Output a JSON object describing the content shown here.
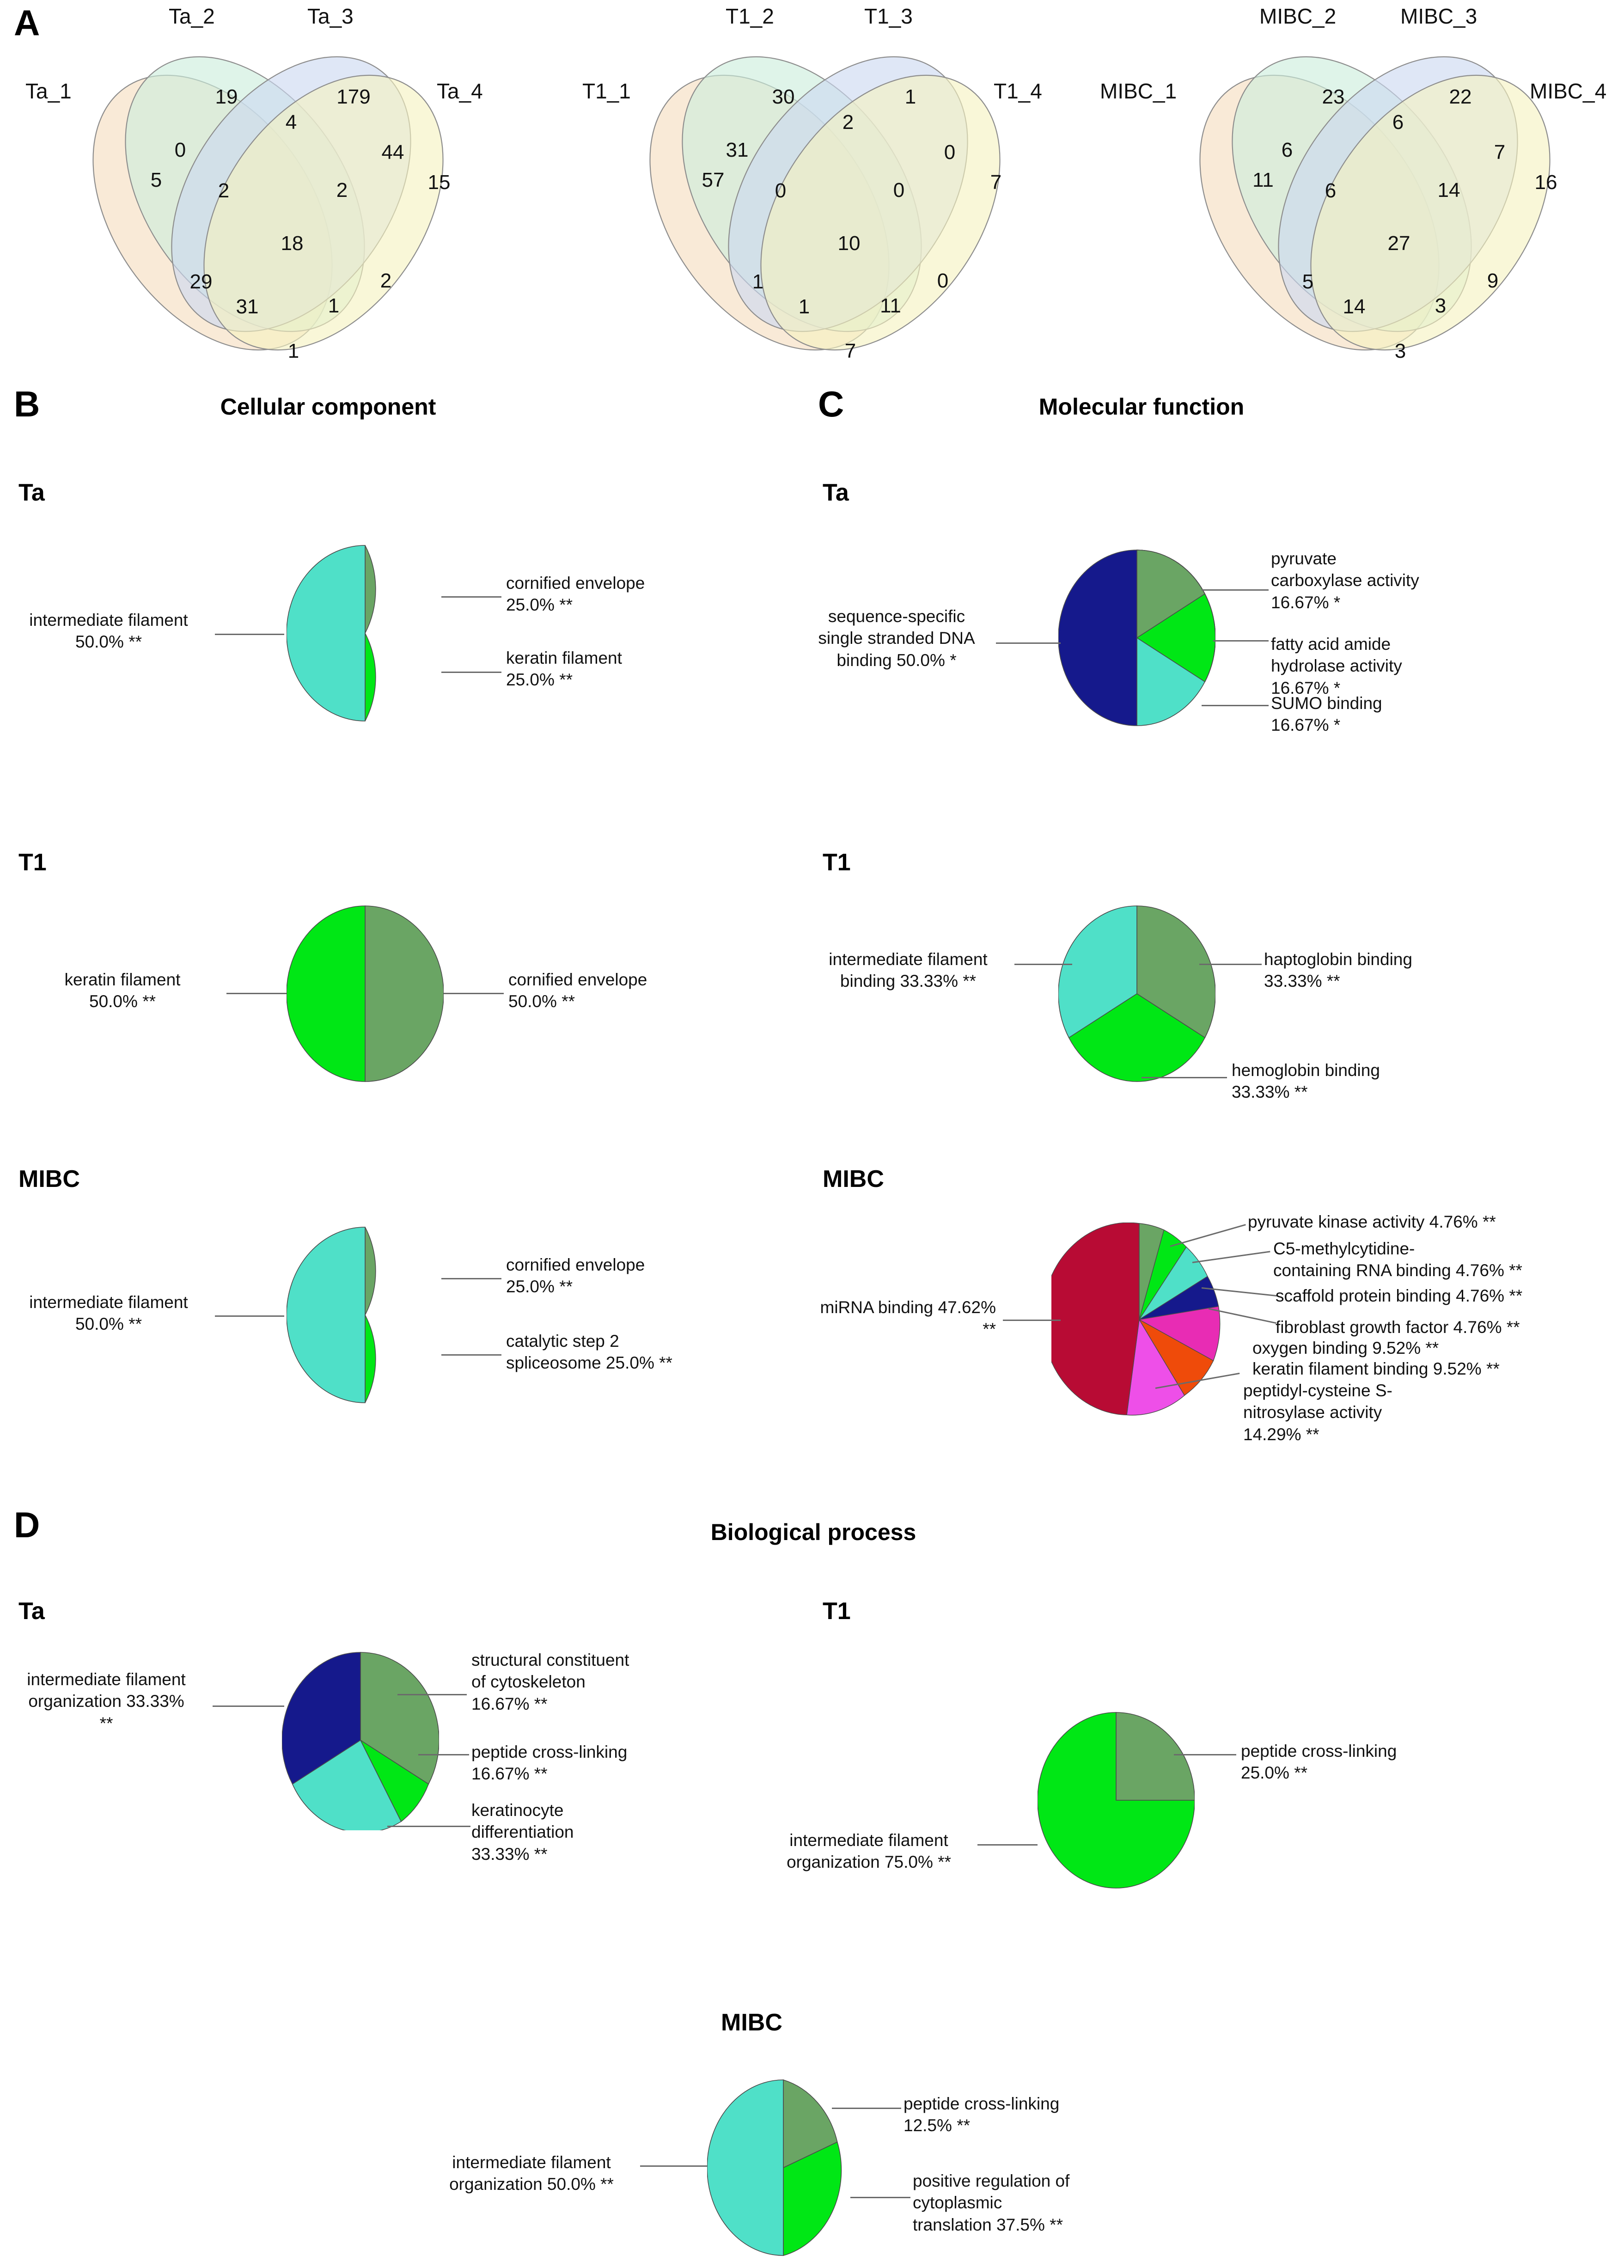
{
  "panels": {
    "A": {
      "letter": "A"
    },
    "B": {
      "letter": "B",
      "title": "Cellular component"
    },
    "C": {
      "letter": "C",
      "title": "Molecular function"
    },
    "D": {
      "letter": "D",
      "title": "Biological process"
    }
  },
  "groups": {
    "ta": "Ta",
    "t1": "T1",
    "mibc": "MIBC"
  },
  "chart_data": [
    {
      "id": "venn-ta",
      "type": "venn",
      "sets": [
        "Ta_1",
        "Ta_2",
        "Ta_3",
        "Ta_4"
      ],
      "counts": {
        "only1": 5,
        "only2": 19,
        "only3": 179,
        "only4": 15,
        "s12": 0,
        "s23": 4,
        "s34": 44,
        "s13": 2,
        "s24": 2,
        "s14": 1,
        "s123": 31,
        "s124": 29,
        "s134": 1,
        "s234": 2,
        "s1234": 18
      },
      "labels_ordered": [
        "19",
        "179",
        "4",
        "0",
        "44",
        "5",
        "2",
        "2",
        "15",
        "18",
        "29",
        "31",
        "1",
        "2",
        "1"
      ]
    },
    {
      "id": "venn-t1",
      "type": "venn",
      "sets": [
        "T1_1",
        "T1_2",
        "T1_3",
        "T1_4"
      ],
      "counts": {
        "only1": 57,
        "only2": 30,
        "only3": 1,
        "only4": 7,
        "s12": 31,
        "s23": 2,
        "s34": 0,
        "s13": 0,
        "s24": 0,
        "s14": 7,
        "s123": 1,
        "s124": 1,
        "s134": 11,
        "s234": 0,
        "s1234": 10
      },
      "labels_ordered": [
        "30",
        "1",
        "2",
        "31",
        "0",
        "57",
        "0",
        "0",
        "7",
        "10",
        "1",
        "1",
        "11",
        "0",
        "7"
      ]
    },
    {
      "id": "venn-mibc",
      "type": "venn",
      "sets": [
        "MIBC_1",
        "MIBC_2",
        "MIBC_3",
        "MIBC_4"
      ],
      "counts": {
        "only1": 11,
        "only2": 23,
        "only3": 22,
        "only4": 16,
        "s12": 6,
        "s23": 6,
        "s34": 7,
        "s13": 6,
        "s24": 14,
        "s14": 3,
        "s123": 5,
        "s124": 14,
        "s134": 3,
        "s234": 9,
        "s1234": 27
      },
      "labels_ordered": [
        "23",
        "22",
        "6",
        "6",
        "7",
        "11",
        "6",
        "14",
        "16",
        "27",
        "5",
        "14",
        "3",
        "9",
        "3"
      ]
    },
    {
      "id": "cc-ta",
      "type": "pie",
      "panel": "B",
      "group": "Ta",
      "title": "Cellular component",
      "slices": [
        {
          "label": "cornified envelope",
          "percent": 25.0,
          "value_text": "25.0% **",
          "sig": "**",
          "color": "#6aa564"
        },
        {
          "label": "keratin filament",
          "percent": 25.0,
          "value_text": "25.0% **",
          "sig": "**",
          "color": "#00e715"
        },
        {
          "label": "intermediate filament",
          "percent": 50.0,
          "value_text": "50.0% **",
          "sig": "**",
          "color": "#4fe0c8"
        }
      ]
    },
    {
      "id": "cc-t1",
      "type": "pie",
      "panel": "B",
      "group": "T1",
      "title": "Cellular component",
      "slices": [
        {
          "label": "cornified envelope",
          "percent": 50.0,
          "value_text": "50.0% **",
          "sig": "**",
          "color": "#6aa564"
        },
        {
          "label": "keratin filament",
          "percent": 50.0,
          "value_text": "50.0% **",
          "sig": "**",
          "color": "#00e715"
        }
      ]
    },
    {
      "id": "cc-mibc",
      "type": "pie",
      "panel": "B",
      "group": "MIBC",
      "title": "Cellular component",
      "slices": [
        {
          "label": "cornified envelope",
          "percent": 25.0,
          "value_text": "25.0% **",
          "sig": "**",
          "color": "#6aa564"
        },
        {
          "label": "catalytic step 2 spliceosome",
          "percent": 25.0,
          "value_text": "25.0% **",
          "sig": "**",
          "color": "#00e715"
        },
        {
          "label": "intermediate filament",
          "percent": 50.0,
          "value_text": "50.0% **",
          "sig": "**",
          "color": "#4fe0c8"
        }
      ]
    },
    {
      "id": "mf-ta",
      "type": "pie",
      "panel": "C",
      "group": "Ta",
      "title": "Molecular function",
      "slices": [
        {
          "label": "pyruvate carboxylase activity",
          "percent": 16.67,
          "value_text": "16.67% *",
          "sig": "*",
          "color": "#6aa564"
        },
        {
          "label": "fatty acid amide hydrolase activity",
          "percent": 16.67,
          "value_text": "16.67% *",
          "sig": "*",
          "color": "#00e715"
        },
        {
          "label": "SUMO binding",
          "percent": 16.67,
          "value_text": "16.67% *",
          "sig": "*",
          "color": "#4fe0c8"
        },
        {
          "label": "sequence-specific single stranded DNA binding",
          "percent": 50.0,
          "value_text": "50.0% *",
          "sig": "*",
          "color": "#15198c"
        }
      ]
    },
    {
      "id": "mf-t1",
      "type": "pie",
      "panel": "C",
      "group": "T1",
      "title": "Molecular function",
      "slices": [
        {
          "label": "haptoglobin binding",
          "percent": 33.33,
          "value_text": "33.33% **",
          "sig": "**",
          "color": "#6aa564"
        },
        {
          "label": "hemoglobin binding",
          "percent": 33.33,
          "value_text": "33.33% **",
          "sig": "**",
          "color": "#00e715"
        },
        {
          "label": "intermediate filament binding",
          "percent": 33.33,
          "value_text": "33.33% **",
          "sig": "**",
          "color": "#4fe0c8"
        }
      ]
    },
    {
      "id": "mf-mibc",
      "type": "pie",
      "panel": "C",
      "group": "MIBC",
      "title": "Molecular function",
      "slices": [
        {
          "label": "pyruvate kinase activity",
          "percent": 4.76,
          "value_text": "4.76% **",
          "sig": "**",
          "color": "#6aa564"
        },
        {
          "label": "C5-methylcytidine-containing RNA binding",
          "percent": 4.76,
          "value_text": "4.76% **",
          "sig": "**",
          "color": "#00e715"
        },
        {
          "label": "scaffold protein binding",
          "percent": 4.76,
          "value_text": "4.76% **",
          "sig": "**",
          "color": "#4fe0c8"
        },
        {
          "label": "fibroblast growth factor",
          "percent": 4.76,
          "value_text": "4.76% **",
          "sig": "**",
          "color": "#15198c"
        },
        {
          "label": "oxygen binding",
          "percent": 9.52,
          "value_text": "9.52% **",
          "sig": "**",
          "color": "#e82cb4"
        },
        {
          "label": "keratin filament binding",
          "percent": 9.52,
          "value_text": "9.52% **",
          "sig": "**",
          "color": "#ef4b0a"
        },
        {
          "label": "peptidyl-cysteine S-nitrosylase activity",
          "percent": 14.29,
          "value_text": "14.29% **",
          "sig": "**",
          "color": "#ee4fe8"
        },
        {
          "label": "miRNA binding",
          "percent": 47.62,
          "value_text": "47.62% **",
          "sig": "**",
          "color": "#b80b34"
        }
      ]
    },
    {
      "id": "bp-ta",
      "type": "pie",
      "panel": "D",
      "group": "Ta",
      "title": "Biological process",
      "slices": [
        {
          "label": "structural constituent of cytoskeleton",
          "percent": 16.67,
          "value_text": "16.67% **",
          "sig": "**",
          "color": "#6aa564"
        },
        {
          "label": "peptide cross-linking",
          "percent": 16.67,
          "value_text": "16.67% **",
          "sig": "**",
          "color": "#00e715"
        },
        {
          "label": "keratinocyte differentiation",
          "percent": 33.33,
          "value_text": "33.33% **",
          "sig": "**",
          "color": "#4fe0c8"
        },
        {
          "label": "intermediate filament organization",
          "percent": 33.33,
          "value_text": "33.33% **",
          "sig": "**",
          "color": "#15198c"
        }
      ]
    },
    {
      "id": "bp-t1",
      "type": "pie",
      "panel": "D",
      "group": "T1",
      "title": "Biological process",
      "slices": [
        {
          "label": "peptide cross-linking",
          "percent": 25.0,
          "value_text": "25.0% **",
          "sig": "**",
          "color": "#6aa564"
        },
        {
          "label": "intermediate filament organization",
          "percent": 75.0,
          "value_text": "75.0% **",
          "sig": "**",
          "color": "#00e715"
        }
      ]
    },
    {
      "id": "bp-mibc",
      "type": "pie",
      "panel": "D",
      "group": "MIBC",
      "title": "Biological process",
      "slices": [
        {
          "label": "peptide cross-linking",
          "percent": 12.5,
          "value_text": "12.5% **",
          "sig": "**",
          "color": "#6aa564"
        },
        {
          "label": "positive regulation of cytoplasmic translation",
          "percent": 37.5,
          "value_text": "37.5% **",
          "sig": "**",
          "color": "#00e715"
        },
        {
          "label": "intermediate filament organization",
          "percent": 50.0,
          "value_text": "50.0% **",
          "sig": "**",
          "color": "#4fe0c8"
        }
      ]
    }
  ],
  "venn_colors": {
    "set1": "#f6ddbf",
    "set2": "#cbeedb",
    "set3": "#ccd8f0",
    "set4": "#f6f2c0",
    "stroke": "#8d8d8d"
  },
  "pie_labels": {
    "cc_ta": {
      "cornified": "cornified envelope\n25.0% **",
      "keratin": "keratin filament\n25.0% **",
      "intermediate": "intermediate filament\n50.0% **"
    },
    "cc_t1": {
      "keratin": "keratin filament\n50.0% **",
      "cornified": "cornified envelope\n50.0% **"
    },
    "cc_mibc": {
      "cornified": "cornified envelope\n25.0% **",
      "catalytic": "catalytic step 2\nspliceosome 25.0% **",
      "intermediate": "intermediate filament\n50.0% **"
    },
    "mf_ta": {
      "pyruvate": "pyruvate\ncarboxylase activity\n16.67% *",
      "fatty": "fatty acid amide\nhydrolase activity\n16.67% *",
      "sumo": "SUMO binding\n16.67% *",
      "seq": "sequence-specific\nsingle stranded DNA\nbinding 50.0% *"
    },
    "mf_t1": {
      "intermediate": "intermediate filament\nbinding 33.33% **",
      "hapto": "haptoglobin binding\n33.33% **",
      "hemo": "hemoglobin binding\n33.33% **"
    },
    "mf_mibc": {
      "pyruvate": "pyruvate kinase activity 4.76% **",
      "c5": "C5-methylcytidine-\ncontaining RNA binding 4.76% **",
      "scaffold": "scaffold protein binding 4.76% **",
      "fibroblast": "fibroblast growth factor 4.76% **",
      "oxygen": "oxygen binding 9.52% **",
      "keratin": "keratin filament binding 9.52% **",
      "peptidyl": "peptidyl-cysteine S-\nnitrosylase activity\n14.29% **",
      "mirna": "miRNA binding 47.62%\n**"
    },
    "bp_ta": {
      "structural": "structural constituent\nof cytoskeleton\n16.67% **",
      "peptide": "peptide cross-linking\n16.67% **",
      "keratinocyte": "keratinocyte\ndifferentiation\n33.33% **",
      "intermediate": "intermediate filament\norganization 33.33%\n**"
    },
    "bp_t1": {
      "peptide": "peptide cross-linking\n25.0% **",
      "intermediate": "intermediate filament\norganization 75.0% **"
    },
    "bp_mibc": {
      "peptide": "peptide cross-linking\n12.5% **",
      "positive": "positive regulation of\ncytoplasmic\ntranslation 37.5% **",
      "intermediate": "intermediate filament\norganization 50.0% **"
    }
  }
}
